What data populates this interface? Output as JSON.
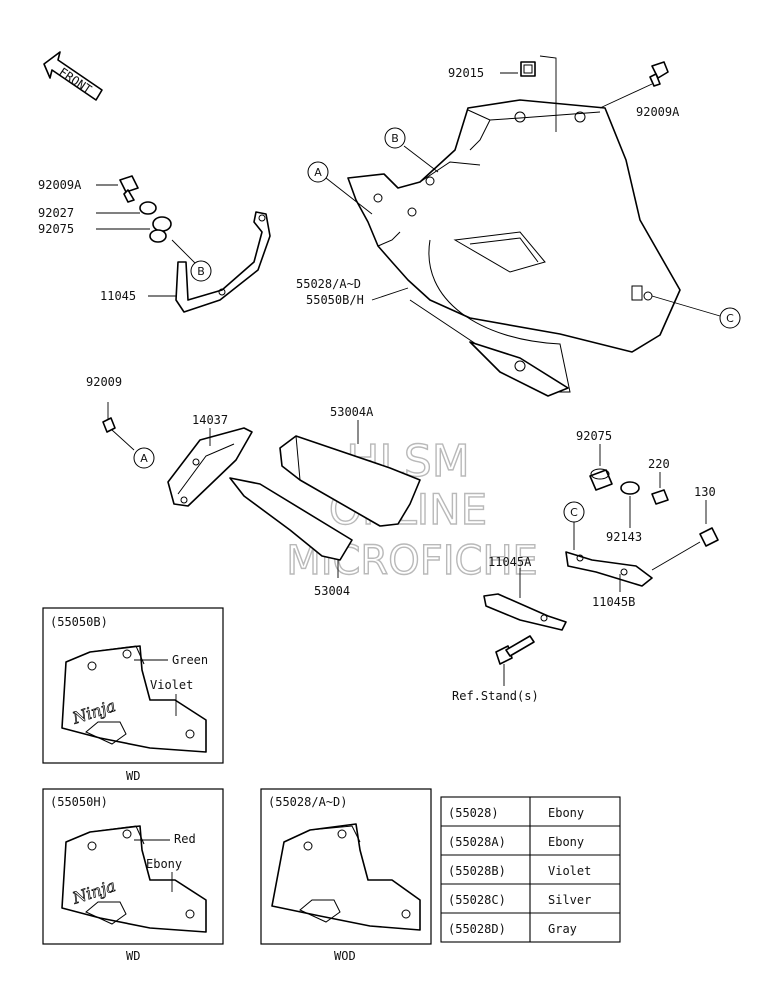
{
  "front_arrow": "FRONT",
  "watermark": [
    "HLSM",
    "ONLINE",
    "MICROFICHE"
  ],
  "callouts": [
    "A",
    "B",
    "C"
  ],
  "parts": {
    "p92015": "92015",
    "p92009A_top": "92009A",
    "p92009A_left": "92009A",
    "p92027": "92027",
    "p92075_left": "92075",
    "p11045": "11045",
    "p55028": "55028/A~D",
    "p55050": "55050B/H",
    "p92009": "92009",
    "p14037": "14037",
    "p53004A": "53004A",
    "p53004": "53004",
    "p92075_right": "92075",
    "p220": "220",
    "p130": "130",
    "p92143": "92143",
    "p11045A": "11045A",
    "p11045B": "11045B",
    "ref_stand": "Ref.Stand(s)"
  },
  "inset_55050B": {
    "title": "(55050B)",
    "color1": "Green",
    "color2": "Violet",
    "logo": "Ninja",
    "footer": "WD"
  },
  "inset_55050H": {
    "title": "(55050H)",
    "color1": "Red",
    "color2": "Ebony",
    "logo": "Ninja",
    "footer": "WD"
  },
  "inset_55028": {
    "title": "(55028/A~D)",
    "footer": "WOD"
  },
  "color_table": [
    {
      "part": "(55028)",
      "color": "Ebony"
    },
    {
      "part": "(55028A)",
      "color": "Ebony"
    },
    {
      "part": "(55028B)",
      "color": "Violet"
    },
    {
      "part": "(55028C)",
      "color": "Silver"
    },
    {
      "part": "(55028D)",
      "color": "Gray"
    }
  ]
}
